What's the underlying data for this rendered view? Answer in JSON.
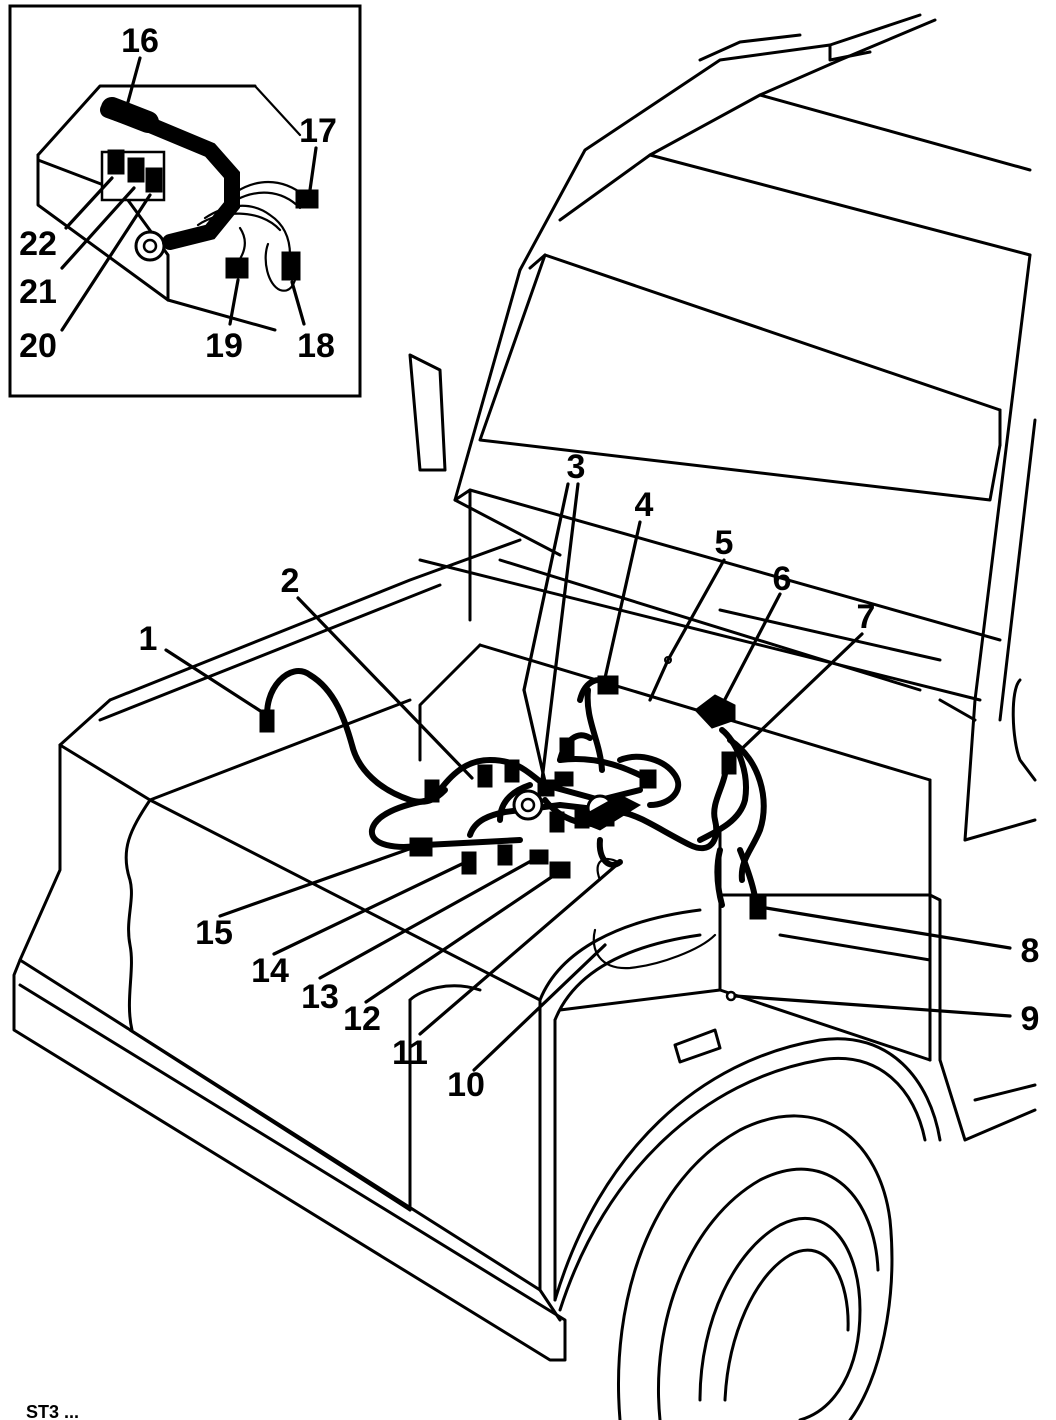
{
  "figure_code": "ST3 ...",
  "callouts": {
    "c1": "1",
    "c2": "2",
    "c3": "3",
    "c4": "4",
    "c5": "5",
    "c6": "6",
    "c7": "7",
    "c8": "8",
    "c9": "9",
    "c10": "10",
    "c11": "11",
    "c12": "12",
    "c13": "13",
    "c14": "14",
    "c15": "15",
    "c16": "16",
    "c17": "17",
    "c18": "18",
    "c19": "19",
    "c20": "20",
    "c21": "21",
    "c22": "22"
  },
  "colors": {
    "ink": "#000000",
    "paper": "#ffffff"
  }
}
